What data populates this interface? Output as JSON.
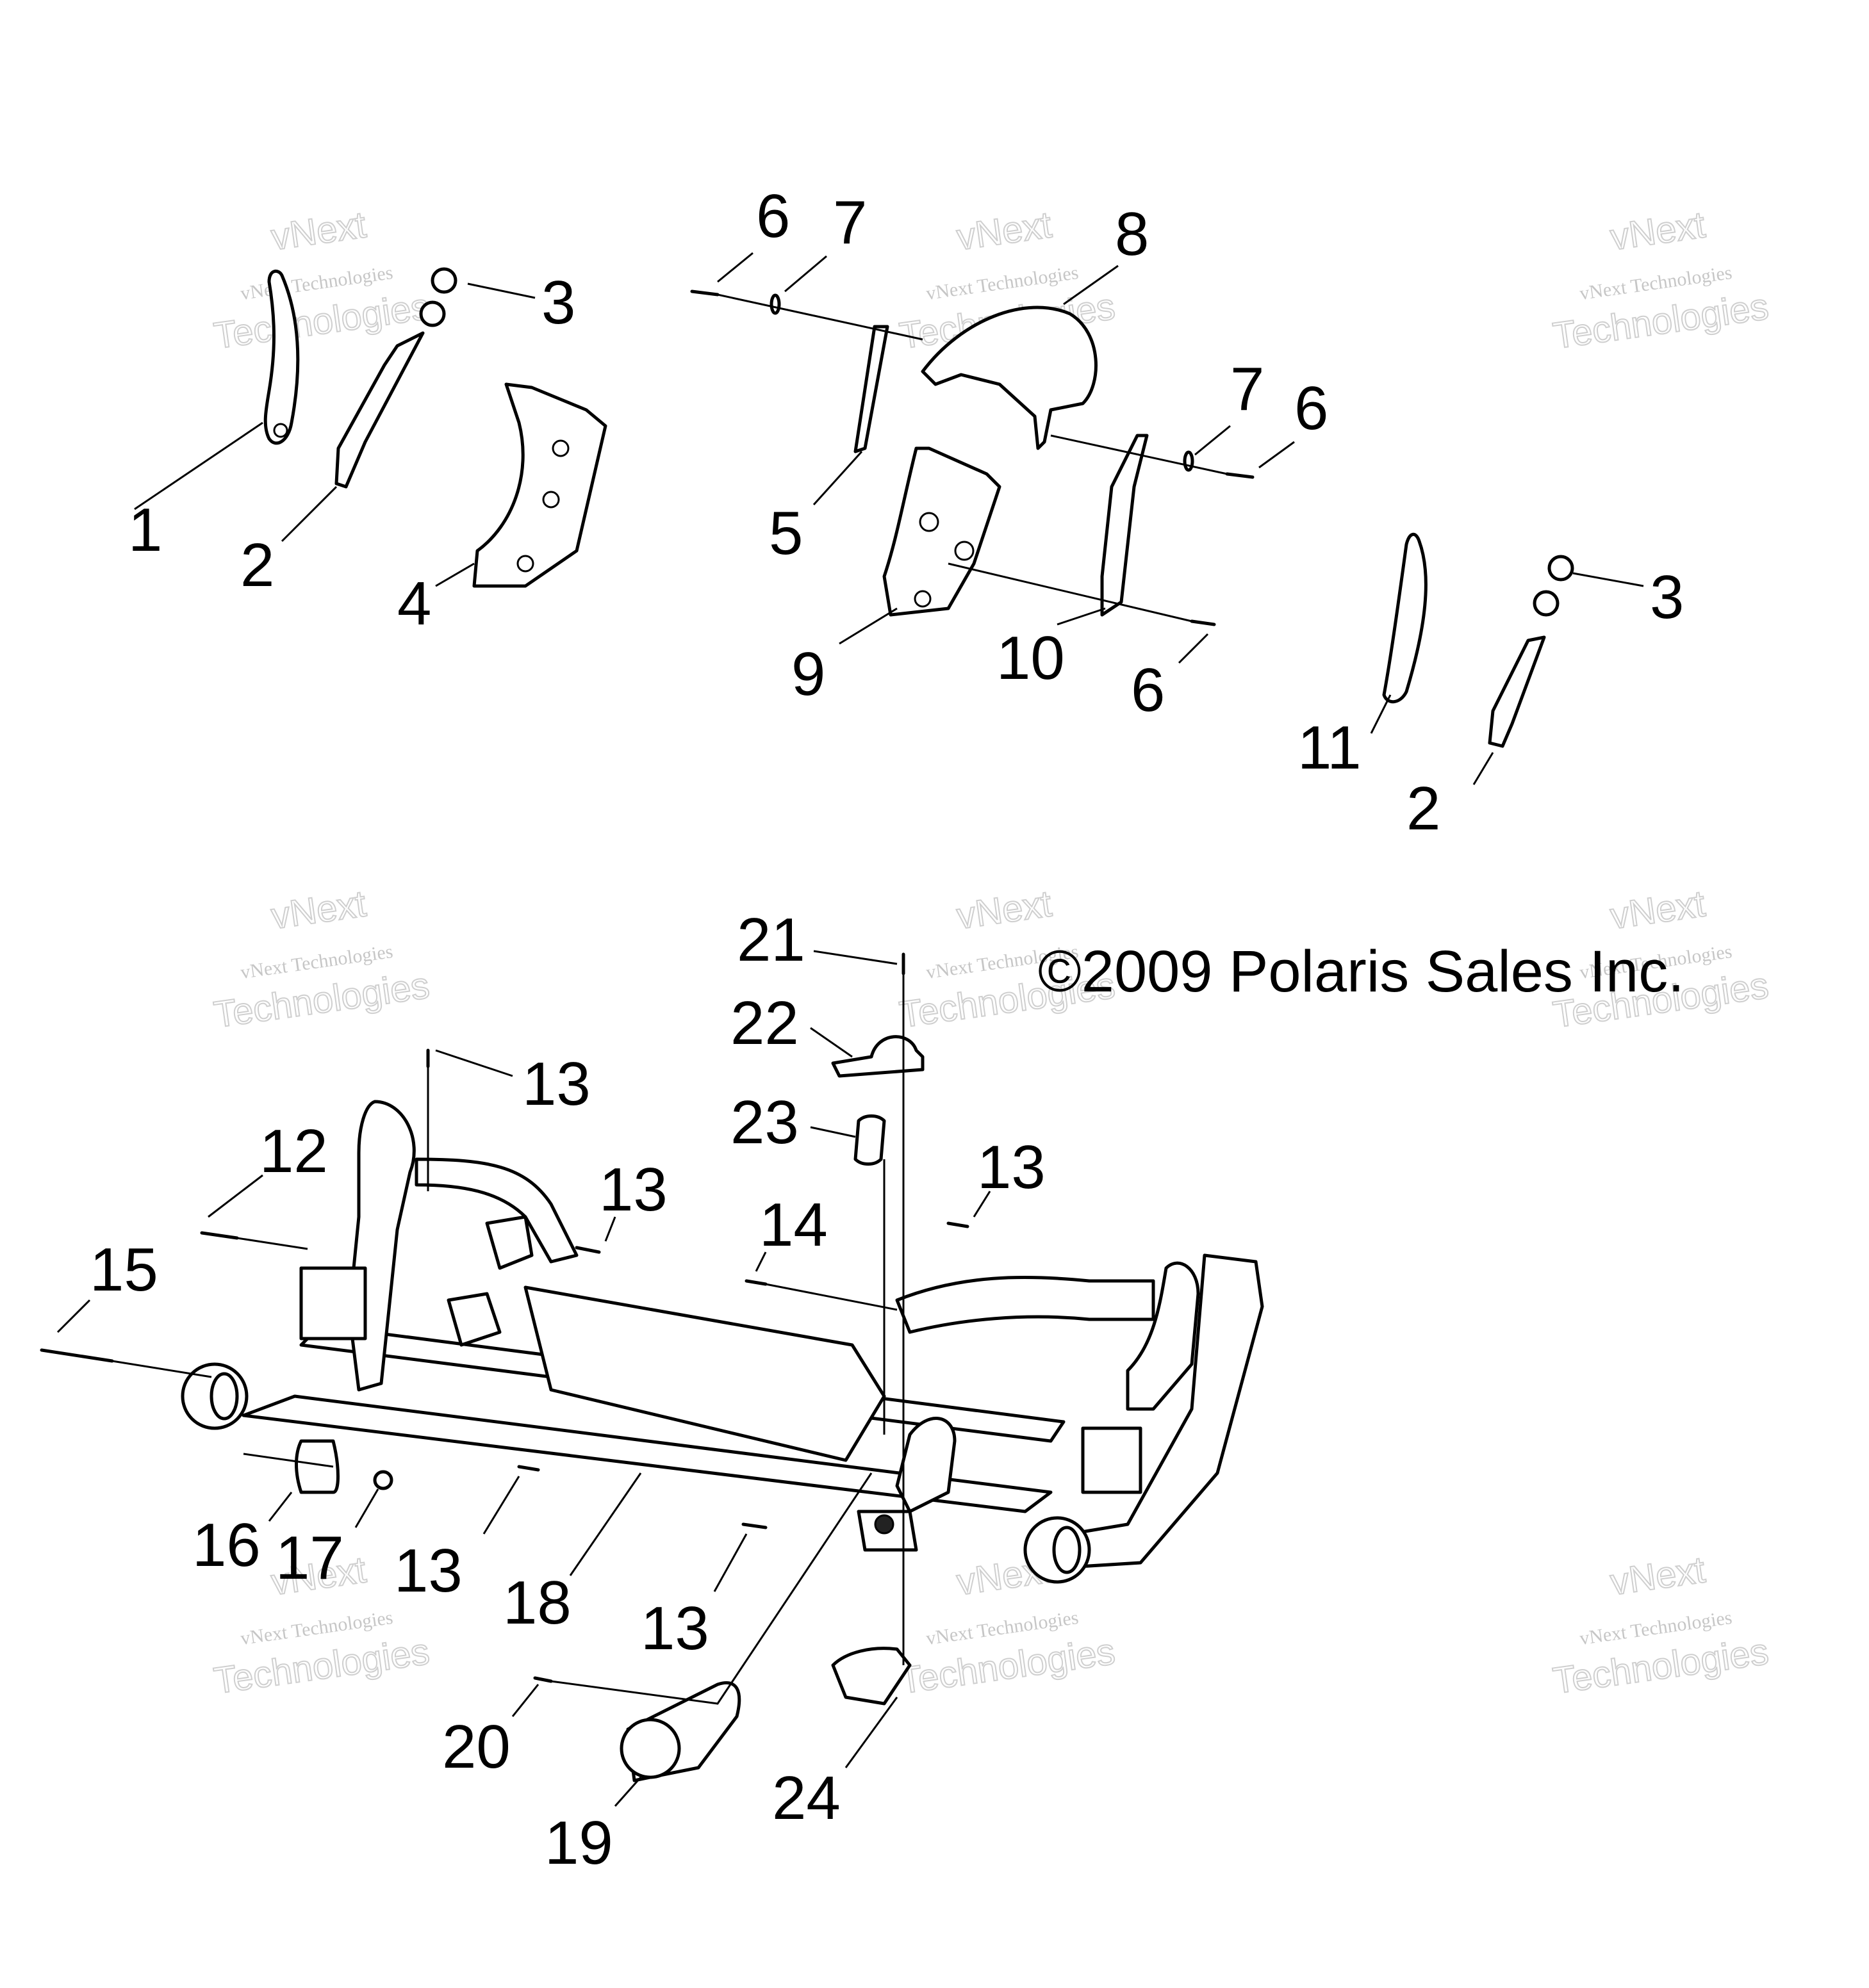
{
  "copyright": "©2009 Polaris Sales Inc.",
  "watermark": {
    "line1": "vNext Technologies",
    "line2": "Technologies",
    "top": "vNext"
  },
  "callouts": [
    "1",
    "2",
    "3",
    "4",
    "5",
    "6",
    "7",
    "8",
    "9",
    "10",
    "11",
    "12",
    "13",
    "14",
    "15",
    "16",
    "17",
    "18",
    "19",
    "20",
    "21",
    "22",
    "23",
    "24"
  ]
}
